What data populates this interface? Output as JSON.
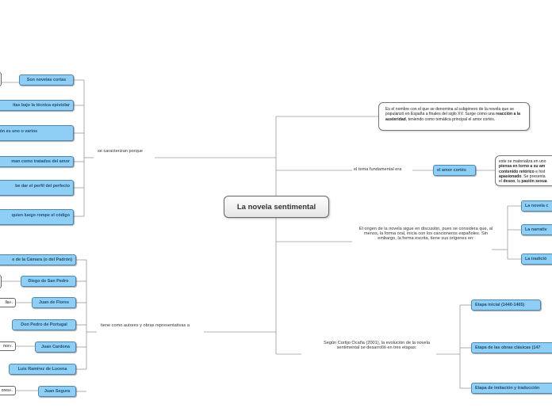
{
  "central": "La novela sentimental",
  "right": {
    "definition": {
      "before": "Es el nombre con el que se denomina al subgénero de la novela que se popularizó en España a finales del siglo XV. Surge como una ",
      "bold": "reacción a la austeridad",
      "after": ", teniendo como temática principal el amor cortés."
    },
    "theme_label": "el tema fundamental era",
    "theme_node": "el amor cortés",
    "theme_detail": {
      "l1": "este se materializa en uno",
      "l2": "piensa en torno a su am",
      "l3a": "contenido retórico",
      "l3b": " e hist",
      "l4": "apasionado",
      "l4b": ". Se presenta",
      "l5a": "el ",
      "l5b": "deseo",
      "l5c": ", la ",
      "l5d": "pasión sexua"
    },
    "origin_label": "El origen de la novela sigue en discusión, pues se considera que, al menos, la forma oral, inicia con los cancioneros españoles. Sin embargo, la forma escrita, tiene sus orígenes en:",
    "origin_nodes": [
      "La novela c",
      "La narrativ",
      "La tradició"
    ],
    "evolution_label": "Según Cortijo Ocaña (2001), la evolución de la novela sentimental se desarrolló en tres etapas:",
    "evolution_nodes": [
      "Etapa inicial (1440-1465)",
      "Etapa de las obras clásicas (147",
      "Etapa de imitación y traducción"
    ]
  },
  "left": {
    "characteristics_label": "se caracterizan porque",
    "characteristics": [
      "Son novelas cortas",
      "itas bajo la técnica epistolar",
      "ión es uno o varios",
      "man como tratados del amor",
      "be dar el perfil del perfecto",
      "quien luego rompe el código"
    ],
    "authors_label": "tiene como autores y obras representativas a",
    "authors": [
      "e de la Cámara (o del Padrón)",
      "Diego de San Pedro",
      "Juan de Flores",
      "Don Pedro de Portugal",
      "Juan Cardona",
      "Luis Ramírez de Lucena",
      "Juan Segura"
    ],
    "works": [
      "lla».",
      "nor».",
      "ores»."
    ]
  },
  "colors": {
    "node_fill": "#8fcff5",
    "node_border": "#4b87b0",
    "line": "#9a9a9a"
  }
}
